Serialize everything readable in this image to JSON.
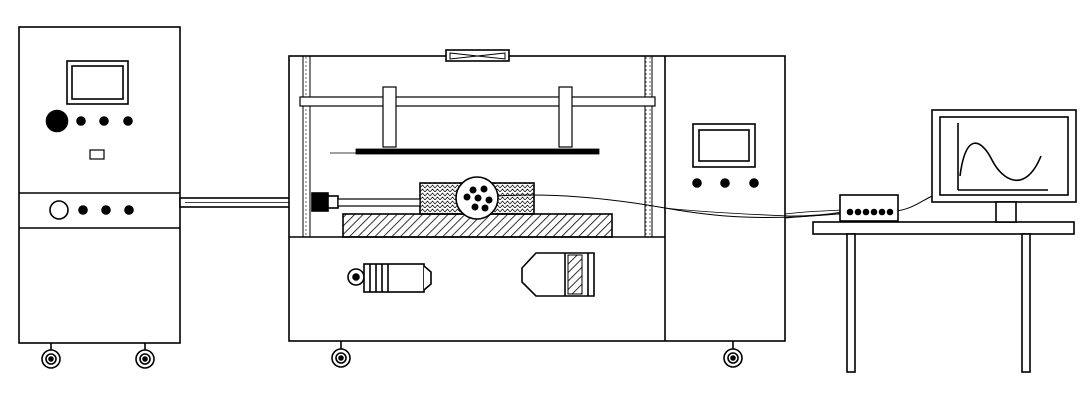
{
  "colors": {
    "stroke": "#000000",
    "background": "#ffffff",
    "frame_fill": "#ffffff",
    "hatch": "#000000",
    "column_fill": "#dddddd"
  },
  "icons": {
    "left_cabinet": [
      "display-screen-icon",
      "indicator-light-icon",
      "switch-icon",
      "power-knob-icon"
    ],
    "chamber": [
      "fan-icon",
      "motor-icon",
      "nozzle-icon",
      "specimen-icon"
    ],
    "data_system": [
      "data-acquisition-box-icon",
      "monitor-icon",
      "waveform-icon"
    ]
  },
  "components": [
    "control-cabinet",
    "loading-rod",
    "test-chamber",
    "upper-platen",
    "lower-platen",
    "specimen-block",
    "sensor-array",
    "chamber-control-panel",
    "signal-cables",
    "data-acquisition-box",
    "computer-monitor",
    "desk"
  ]
}
